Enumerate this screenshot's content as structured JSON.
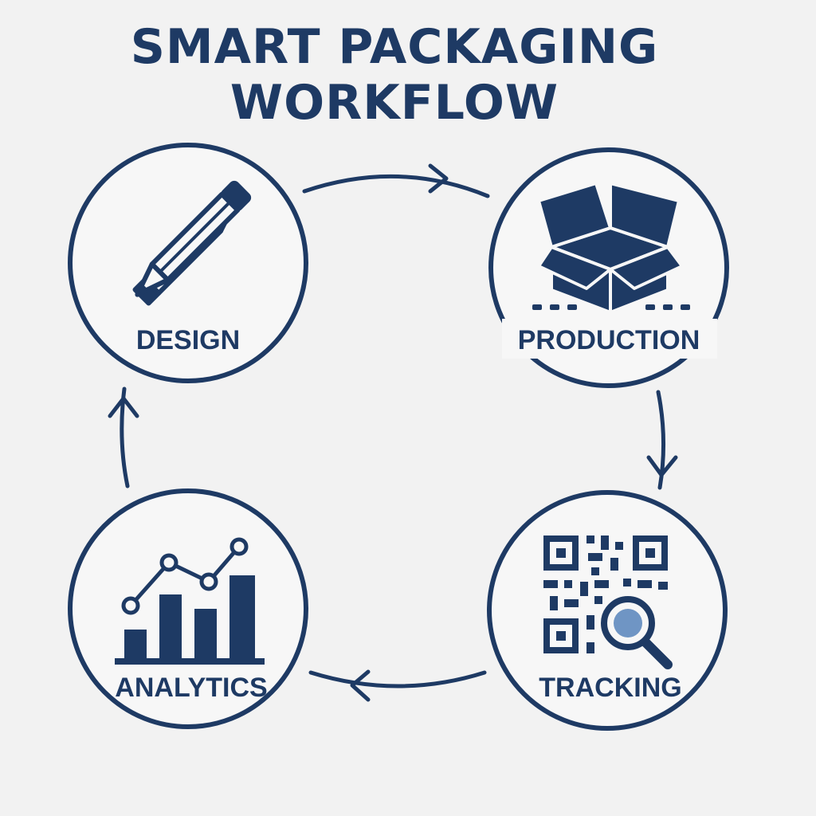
{
  "title": {
    "line1": "SMART PACKAGING",
    "line2": "WORKFLOW"
  },
  "nodes": [
    {
      "id": "design",
      "label": "DESIGN",
      "icon": "pencil-icon"
    },
    {
      "id": "production",
      "label": "PRODUCTION",
      "icon": "box-icon"
    },
    {
      "id": "tracking",
      "label": "TRACKING",
      "icon": "qr-search-icon"
    },
    {
      "id": "analytics",
      "label": "ANALYTICS",
      "icon": "bar-chart-icon"
    }
  ],
  "flow": [
    "DESIGN",
    "PRODUCTION",
    "TRACKING",
    "ANALYTICS",
    "DESIGN"
  ],
  "colors": {
    "primary": "#1e3a64",
    "accent": "#5b86bd",
    "background": "#f2f2f2",
    "node_fill": "#f7f7f7"
  }
}
